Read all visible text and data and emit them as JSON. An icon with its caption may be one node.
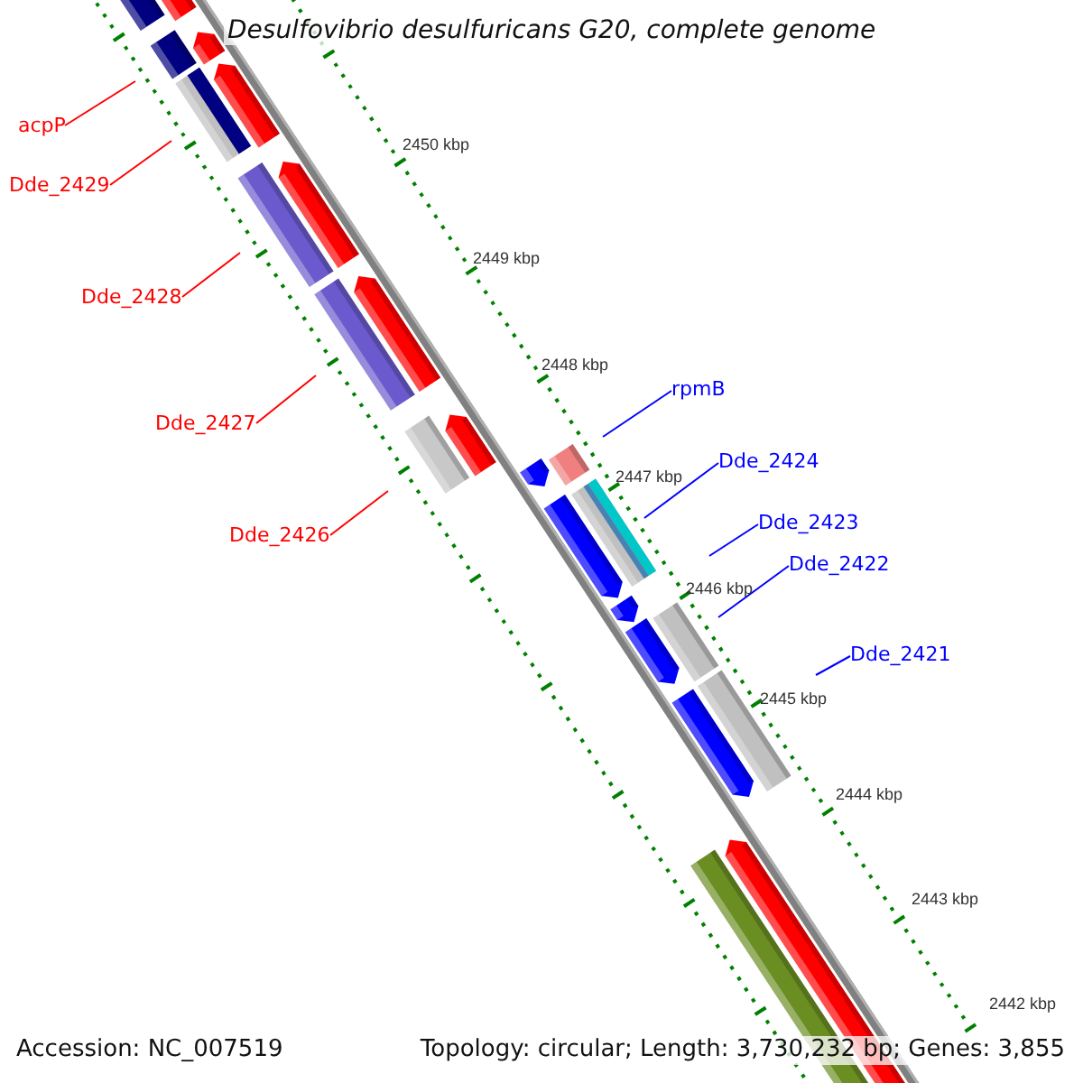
{
  "diagram": {
    "title": "Desulfovibrio desulfuricans G20, complete genome",
    "nodes": [
      {
        "text": [
          "acpP"
        ]
      },
      {
        "text": [
          "Dde_2429"
        ]
      },
      {
        "text": [
          "Dde_2428"
        ]
      },
      {
        "text": [
          "Dde_2427"
        ]
      },
      {
        "text": [
          "Dde_2426"
        ]
      },
      {
        "text": [
          "rpmB"
        ]
      },
      {
        "text": [
          "Dde_2424"
        ]
      },
      {
        "text": [
          "Dde_2423"
        ]
      },
      {
        "text": [
          "Dde_2422"
        ]
      },
      {
        "text": [
          "Dde_2421"
        ]
      }
    ],
    "edges": [
      {
        "from": 0,
        "to": null,
        "arrow": "none",
        "color": "#ff0000"
      },
      {
        "from": 1,
        "to": null,
        "arrow": "none",
        "color": "#ff0000"
      },
      {
        "from": 2,
        "to": null,
        "arrow": "none",
        "color": "#ff0000"
      },
      {
        "from": 3,
        "to": null,
        "arrow": "none",
        "color": "#ff0000"
      },
      {
        "from": 4,
        "to": null,
        "arrow": "none",
        "color": "#ff0000"
      },
      {
        "from": 5,
        "to": null,
        "arrow": "none",
        "color": "#0000ff"
      },
      {
        "from": 6,
        "to": null,
        "arrow": "none",
        "color": "#0000ff"
      },
      {
        "from": 7,
        "to": null,
        "arrow": "none",
        "color": "#0000ff"
      },
      {
        "from": 8,
        "to": null,
        "arrow": "none",
        "color": "#0000ff"
      },
      {
        "from": 9,
        "to": null,
        "arrow": "none",
        "color": "#0000ff"
      }
    ],
    "labels": [
      "2450 kbp",
      "2449 kbp",
      "2448 kbp",
      "2447 kbp",
      "2446 kbp",
      "2445 kbp",
      "2444 kbp",
      "2443 kbp",
      "2442 kbp",
      "Accession: NC_007519",
      "Topology: circular; Length: 3,730,232 bp; Genes: 3,855"
    ]
  }
}
